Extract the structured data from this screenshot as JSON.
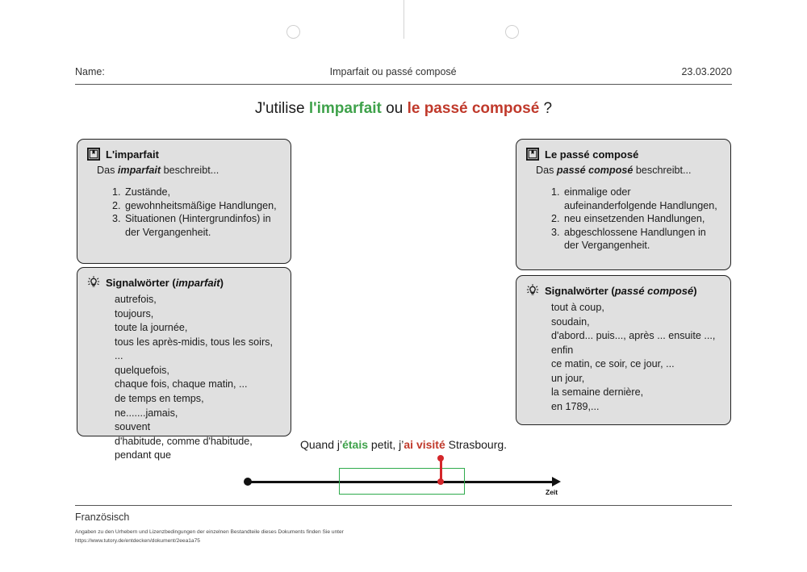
{
  "page": {
    "punch_holes": 2,
    "fold_mark": true
  },
  "header": {
    "name_label": "Name:",
    "title": "Imparfait ou passé composé",
    "date": "23.03.2020"
  },
  "main_title": {
    "part1": "J'utilise ",
    "green": "l'imparfait",
    "part2": " ou ",
    "red": "le passé composé",
    "part3": " ?"
  },
  "colors": {
    "imparfait_green": "#3fa24b",
    "passe_compose_red": "#c0392b",
    "timeline_green": "#2eaa4c",
    "timeline_red": "#d4262a",
    "card_background": "#e0e0e0",
    "card_border": "#222222"
  },
  "cards": {
    "rule_imparfait": {
      "icon": "book-icon",
      "heading": "L'imparfait",
      "subtitle_pre": "Das ",
      "subtitle_em": "imparfait",
      "subtitle_post": " beschreibt...",
      "items": [
        "Zustände,",
        "gewohnheitsmäßige Handlungen,",
        "Situationen (Hintergrundinfos) in der Vergangenheit."
      ]
    },
    "signal_imparfait": {
      "icon": "lightbulb-icon",
      "heading_pre": "Signalwörter (",
      "heading_em": "imparfait",
      "heading_post": ")",
      "words": [
        "autrefois,",
        "toujours,",
        "toute la journée,",
        "tous les après-midis, tous les soirs, ...",
        "quelquefois,",
        "chaque fois, chaque matin, ...",
        "de temps en temps,",
        "ne.......jamais,",
        "souvent",
        "d'habitude, comme d'habitude,",
        "pendant que"
      ]
    },
    "rule_passe_compose": {
      "icon": "book-icon",
      "heading": "Le passé composé",
      "subtitle_pre": "Das ",
      "subtitle_em": "passé composé",
      "subtitle_post": " beschreibt...",
      "items": [
        "einmalige oder aufeinanderfolgende Handlungen,",
        "neu einsetzenden Handlungen,",
        "abgeschlossene Handlungen in der Vergangenheit."
      ]
    },
    "signal_passe_compose": {
      "icon": "lightbulb-icon",
      "heading_pre": "Signalwörter (",
      "heading_em": "passé composé",
      "heading_post": ")",
      "words": [
        "tout à coup,",
        "soudain,",
        "d'abord... puis..., après ... ensuite ...,",
        "enfin",
        "ce matin, ce soir, ce jour, ...",
        "un jour,",
        "la semaine dernière,",
        "en 1789,..."
      ]
    }
  },
  "example": {
    "part1": "Quand j’",
    "green": "étais",
    "part2": " petit, j’",
    "red": "ai visité",
    "part3": " Strasbourg."
  },
  "timeline": {
    "axis_label": "Zeit"
  },
  "footer": {
    "subject": "Französisch",
    "legal_line1": "Angaben zu den Urhebern und Lizenzbedingungen der einzelnen Bestandteile dieses Dokuments finden Sie unter",
    "legal_line2": "https://www.tutory.de/entdecken/dokument/2eea1a75"
  }
}
